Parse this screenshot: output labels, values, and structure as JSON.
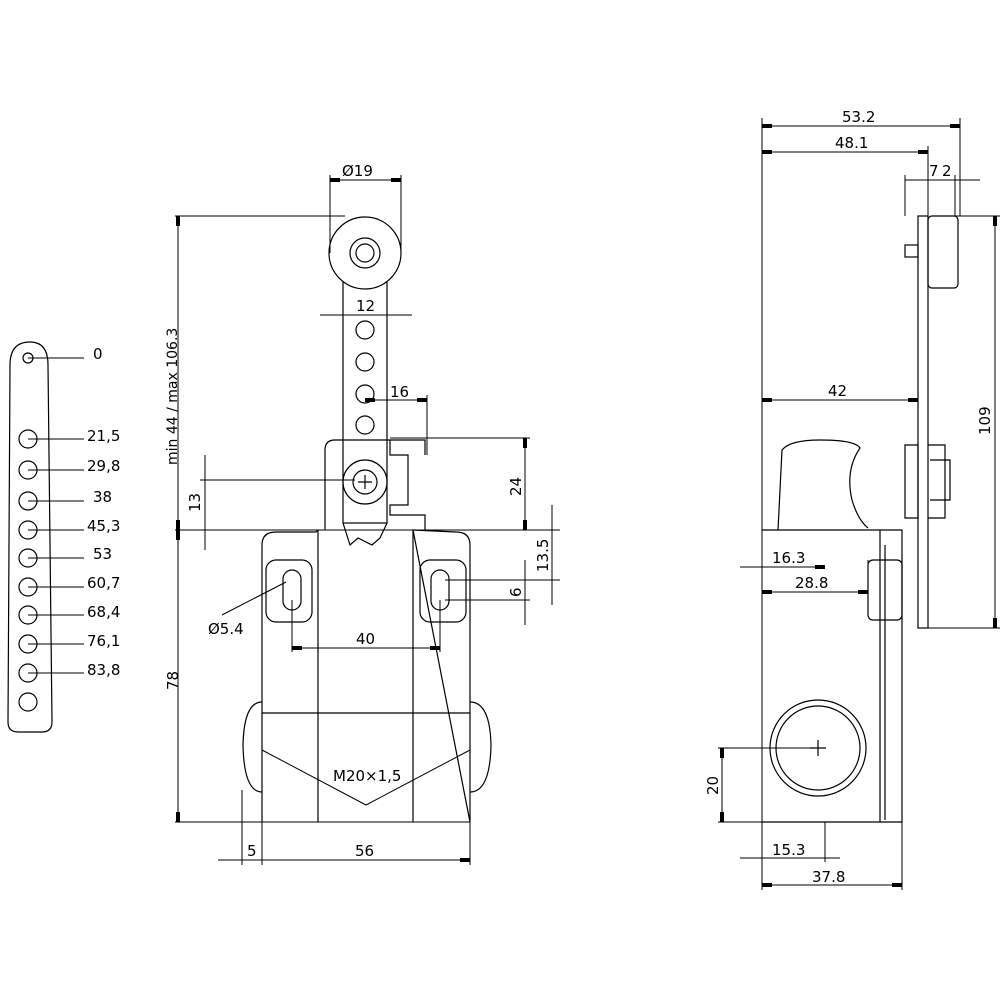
{
  "lever_scale": {
    "positions": [
      "0",
      "21,5",
      "29,8",
      "38",
      "45,3",
      "53",
      "60,7",
      "68,4",
      "76,1",
      "83,8"
    ]
  },
  "front_view": {
    "roller_diameter": "Ø19",
    "arm_width": "12",
    "offset_16": "16",
    "lever_length": "min  44  /  max  106.3",
    "dim_13": "13",
    "dim_24": "24",
    "dim_13_5": "13.5",
    "dim_6": "6",
    "hole_diameter": "Ø5.4",
    "hole_spacing": "40",
    "height": "78",
    "thread": "M20×1,5",
    "dim_5": "5",
    "width": "56"
  },
  "side_view": {
    "dim_53_2": "53.2",
    "dim_48_1": "48.1",
    "dim_7": "7",
    "dim_2": "2",
    "dim_109": "109",
    "dim_42": "42",
    "dim_16_3": "16.3",
    "dim_28_8": "28.8",
    "dim_20": "20",
    "dim_15_3": "15.3",
    "dim_37_8": "37.8"
  }
}
